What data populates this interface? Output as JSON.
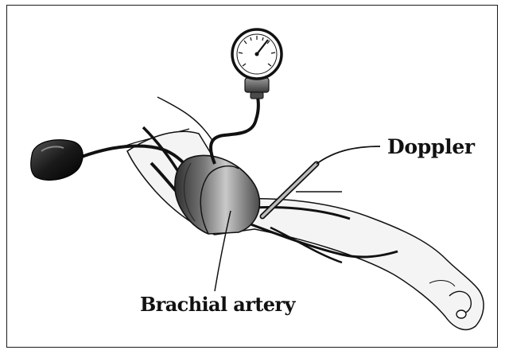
{
  "labels": {
    "doppler": "Doppler",
    "brachial_artery": "Brachial artery"
  },
  "colors": {
    "ink": "#111111",
    "cuff_dark": "#3a3a3a",
    "cuff_mid": "#6e6e6e",
    "cuff_light": "#bdbdbd",
    "skin": "#f2f2f2",
    "bulb": "#1c1c1c"
  },
  "parts": [
    "sphygmomanometer-gauge",
    "inflation-bulb",
    "blood-pressure-cuff",
    "arm",
    "doppler-probe",
    "brachial-artery"
  ]
}
